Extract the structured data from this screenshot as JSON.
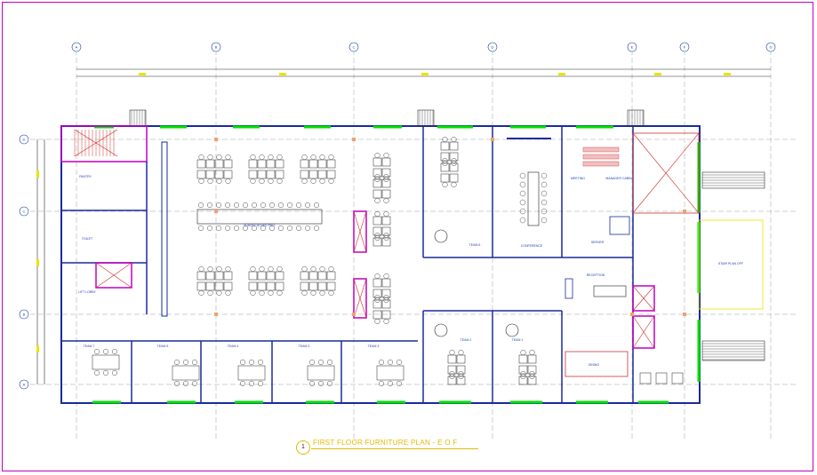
{
  "title": {
    "number": "1",
    "text": "FIRST FLOOR FURNITURE PLAN - E O F"
  },
  "grid_columns": [
    "A",
    "B",
    "C",
    "D",
    "E",
    "F",
    "G"
  ],
  "grid_rows": [
    "A",
    "B",
    "C",
    "D"
  ],
  "rooms": {
    "open_office": "SUNDRY MOVED FREY",
    "stair_plan": "STAIR PLAN OFF",
    "toilet": "TOILET",
    "pantry": "PANTRY",
    "lift_lobby": "LIFT LOBBY",
    "meeting": "MEETING",
    "manager_cabin": "MANAGER CABIN",
    "conference": "CONFERENCE",
    "reception": "RECEPTION",
    "server": "SERVER",
    "team_1": "TEAM 1",
    "team_2": "TEAM 2",
    "team_3": "TEAM 3",
    "team_4": "TEAM 4",
    "team_5": "TEAM 5",
    "team_6": "TEAM 6",
    "team_7": "TEAM 7",
    "dining": "DINING"
  },
  "colors": {
    "frame": "#c000c0",
    "grid": "#4db8e8",
    "walls": "#1a2a9c",
    "windows": "#00e000",
    "furniture": "#222222",
    "fixtures": "#e03030",
    "title": "#e6b800"
  }
}
